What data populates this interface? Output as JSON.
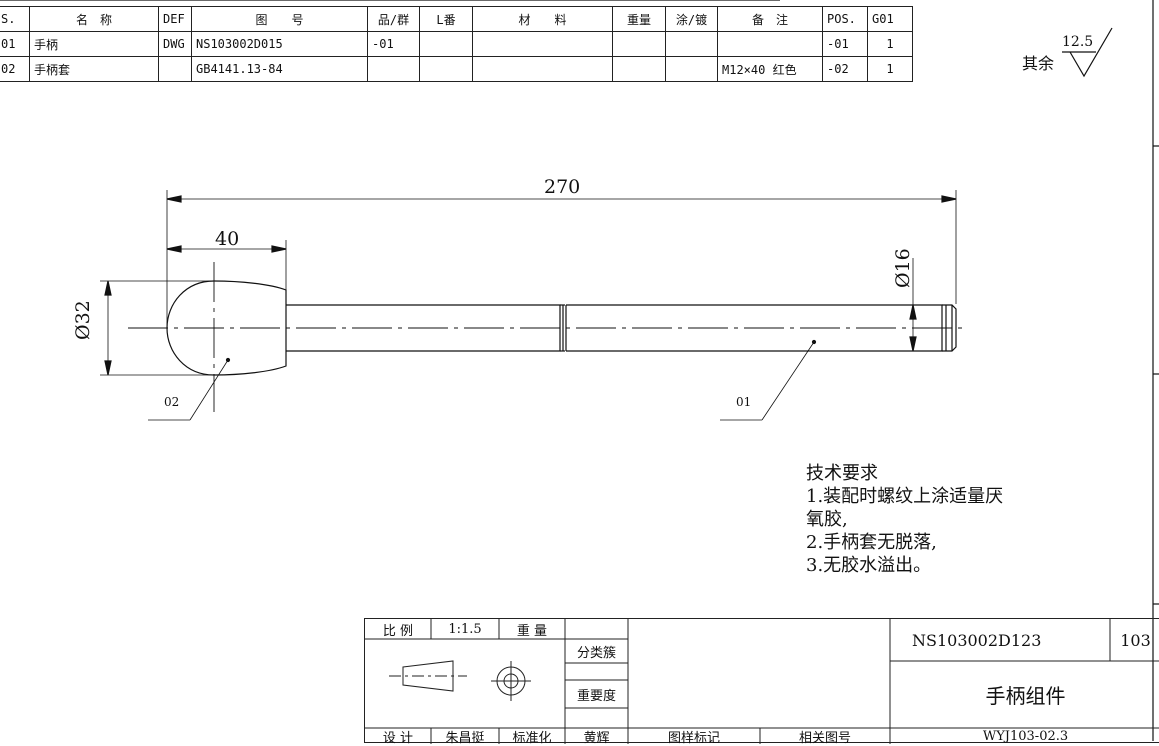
{
  "bom": {
    "headers": [
      "S.",
      "名　称",
      "DEF",
      "图　　号",
      "品/群",
      "L番",
      "材　　料",
      "重量",
      "涂/镀",
      "备　注",
      "POS.",
      "G01"
    ],
    "rows": [
      {
        "s": "01",
        "name": "手柄",
        "def": "DWG",
        "drawing_no": "NS103002D015",
        "group": "-01",
        "l": "",
        "material": "",
        "weight": "",
        "coating": "",
        "note": "",
        "pos": "-01",
        "qty": "1"
      },
      {
        "s": "02",
        "name": "手柄套",
        "def": "",
        "drawing_no": "GB4141.13-84",
        "group": "",
        "l": "",
        "material": "",
        "weight": "",
        "coating": "",
        "note": "M12×40 红色",
        "pos": "-02",
        "qty": "1"
      }
    ]
  },
  "surface": {
    "label": "其余",
    "value": "12.5"
  },
  "dimensions": {
    "total_length": "270",
    "knob_length": "40",
    "knob_diameter": "Ø32",
    "shaft_diameter": "Ø16",
    "balloon_02": "02",
    "balloon_01": "01"
  },
  "notes": {
    "title": "技术要求",
    "lines": [
      "1.装配时螺纹上涂适量厌",
      "氧胶,",
      "2.手柄套无脱落,",
      "3.无胶水溢出。"
    ]
  },
  "title_block": {
    "scale_label": "比 例",
    "scale_value": "1:1.5",
    "weight_label": "重 量",
    "class_label": "分类簇",
    "importance_label": "重要度",
    "drawing_no": "NS103002D123",
    "sheet": "103",
    "part_name": "手柄组件",
    "design_label": "设 计",
    "designer": "朱昌挺",
    "std_label": "标准化",
    "approve": "黄辉",
    "mark_label": "图样标记",
    "related_label": "相关图号",
    "related_no": "WYJ103-02.3"
  }
}
